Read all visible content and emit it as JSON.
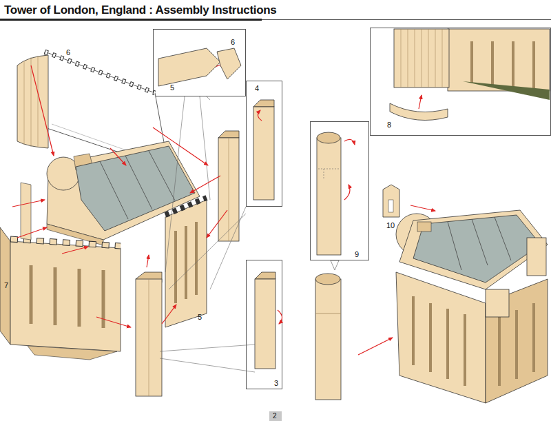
{
  "diagram": {
    "title": "Tower of London, England : Assembly Instructions",
    "nodes": [
      {
        "text": [
          "6",
          "5"
        ]
      },
      {
        "text": [
          "4"
        ]
      },
      {
        "text": [
          "9"
        ]
      },
      {
        "text": [
          "8"
        ]
      },
      {
        "text": [
          "3"
        ]
      },
      {
        "text": [
          "2"
        ]
      }
    ],
    "labels": [
      "6",
      "7",
      "5",
      "10"
    ]
  }
}
